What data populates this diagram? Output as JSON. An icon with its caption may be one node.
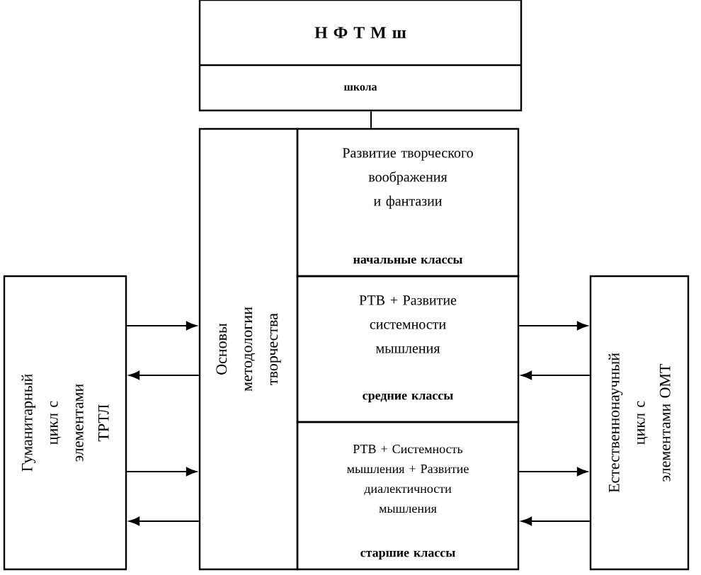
{
  "diagram": {
    "nodes": [
      {
        "text": [
          "Н Ф Т М ш",
          "школа"
        ]
      },
      {
        "text": [
          "Основы методологии творчества"
        ]
      },
      {
        "text": [
          "Развитие творческого воображения и фантазии",
          "начальные классы"
        ]
      },
      {
        "text": [
          "РТВ + Развитие системности мышления",
          "средние классы"
        ]
      },
      {
        "text": [
          "РТВ + Системность мышления + Развитие диалектичности мышления",
          "старшие классы"
        ]
      },
      {
        "text": [
          "Гуманитарный цикл с элементами ТРТЛ"
        ]
      },
      {
        "text": [
          "Естественнонаучный цикл с элементами ОМТ"
        ]
      }
    ],
    "edges": [
      {
        "from": 0,
        "to": 2,
        "arrow": "none"
      },
      {
        "from": 5,
        "to": 1,
        "arrow": "to"
      },
      {
        "from": 1,
        "to": 5,
        "arrow": "to"
      },
      {
        "from": 5,
        "to": 1,
        "arrow": "to"
      },
      {
        "from": 1,
        "to": 5,
        "arrow": "to"
      },
      {
        "from": 3,
        "to": 6,
        "arrow": "to"
      },
      {
        "from": 6,
        "to": 3,
        "arrow": "to"
      },
      {
        "from": 4,
        "to": 6,
        "arrow": "to"
      },
      {
        "from": 6,
        "to": 4,
        "arrow": "to"
      }
    ]
  }
}
